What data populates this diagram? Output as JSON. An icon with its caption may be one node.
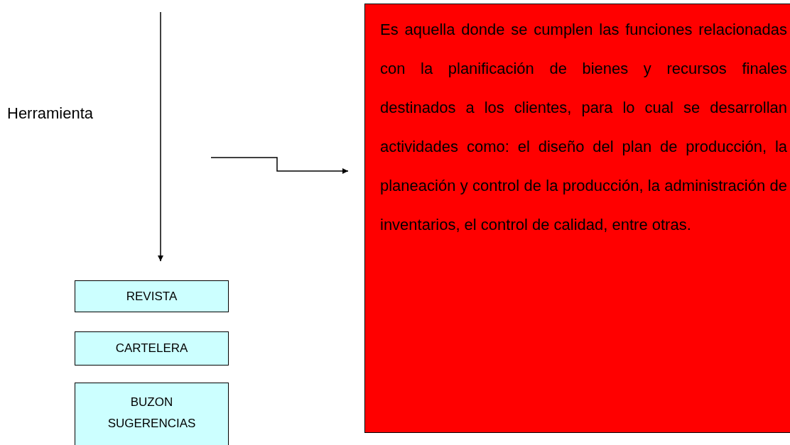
{
  "diagram": {
    "nodes": [
      {
        "text": [
          "Herramienta"
        ]
      },
      {
        "text": [
          "REVISTA"
        ]
      },
      {
        "text": [
          "CARTELERA"
        ]
      },
      {
        "text": [
          "BUZON SUGERENCIAS"
        ]
      },
      {
        "text": [
          "Es aquella donde se cumplen las funciones relacionadas con la planificación de bienes y recursos finales destinados a los clientes, para lo cual se desarrollan actividades como: el diseño del plan de producción, la planeación y control de la producción, la administración de inventarios, el control de calidad, entre otras."
        ]
      }
    ],
    "edges": [
      {
        "from": null,
        "to": 1,
        "arrow": "to"
      },
      {
        "from": null,
        "to": 4,
        "arrow": "to"
      }
    ]
  }
}
